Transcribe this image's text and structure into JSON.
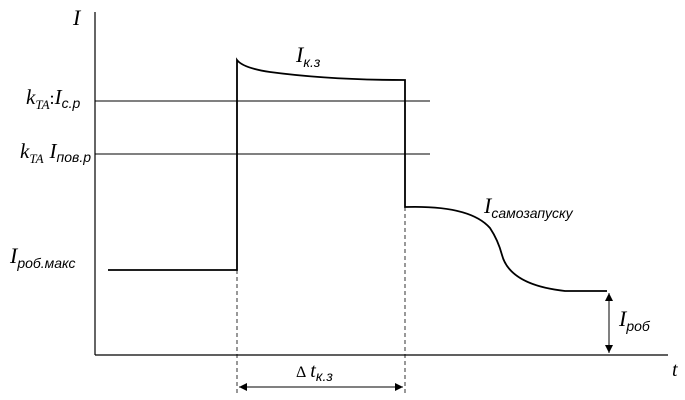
{
  "axes": {
    "y_label": "I",
    "x_label": "t"
  },
  "levels": {
    "setting": {
      "coef_main": "k",
      "coef_sub": "TA",
      "sep": ":",
      "var_main": "I",
      "var_sub": "с.р"
    },
    "return": {
      "coef_main": "k",
      "coef_sub": "TA",
      "var_main": "I",
      "var_sub": "пов.р"
    },
    "max_working": {
      "main": "I",
      "sub": "роб.макс"
    }
  },
  "curves": {
    "short_circuit": {
      "main": "I",
      "sub": "к.з"
    },
    "self_start": {
      "main": "I",
      "sub": "самозапуску"
    },
    "working": {
      "main": "I",
      "sub": "роб"
    }
  },
  "interval": {
    "delta": "Δ",
    "main": "t",
    "sub": "к.з"
  },
  "colors": {
    "stroke": "#000000",
    "background": "#ffffff"
  }
}
